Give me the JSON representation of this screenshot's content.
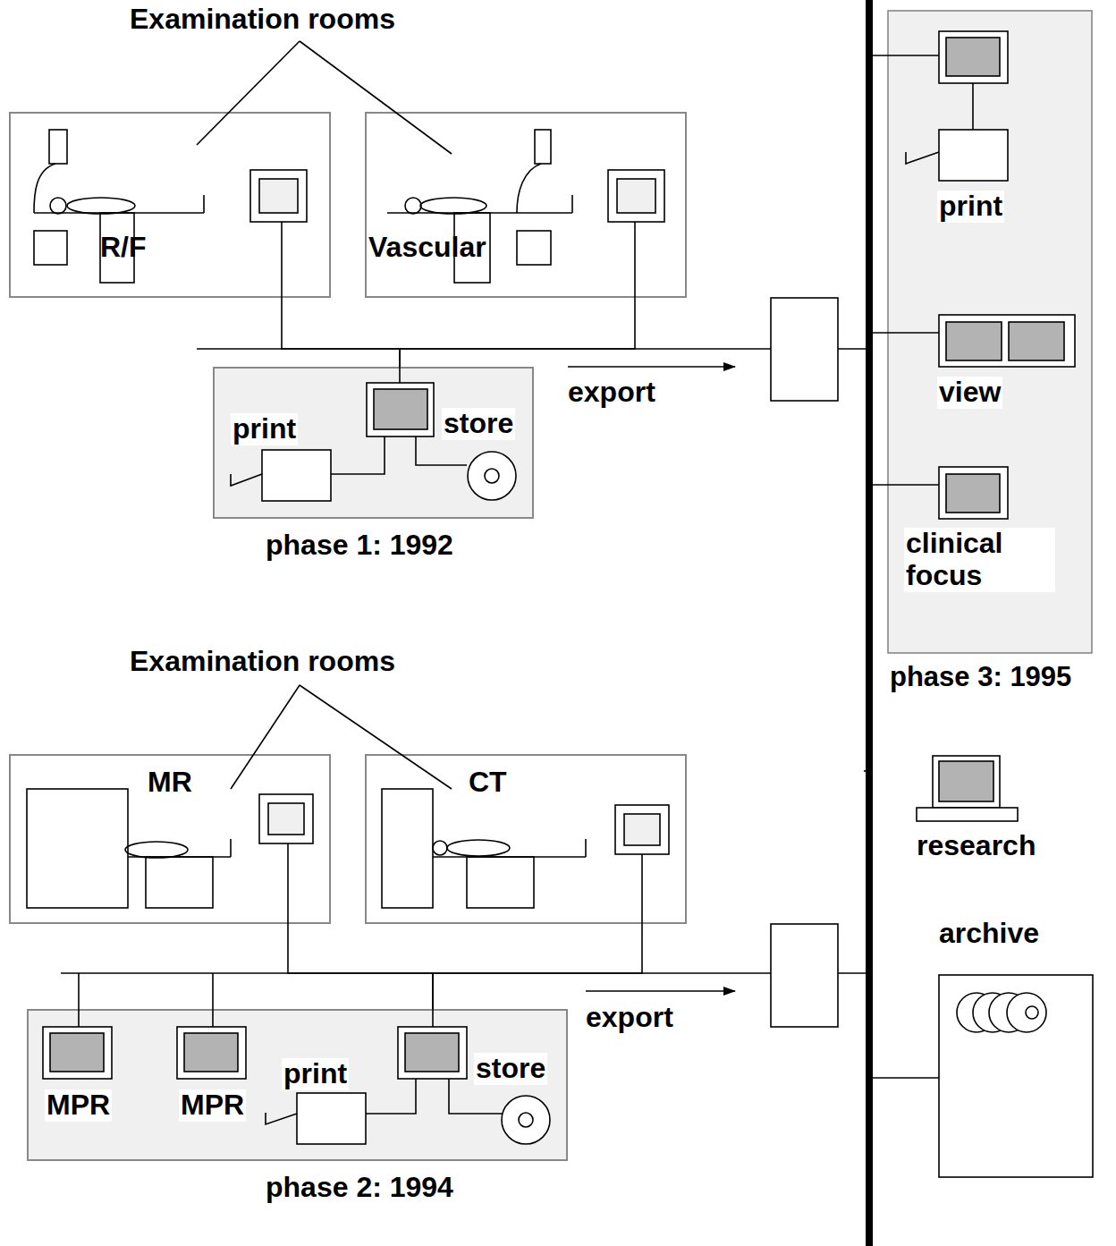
{
  "diagram": {
    "nodes": [
      {
        "text": [
          "R/F"
        ]
      },
      {
        "text": [
          "Vascular"
        ]
      },
      {
        "text": [
          "print",
          "store",
          "phase 1: 1992"
        ]
      },
      {
        "text": [
          "print",
          "view",
          "clinical focus",
          "phase 3: 1995"
        ]
      },
      {
        "text": [
          "MR"
        ]
      },
      {
        "text": [
          "CT"
        ]
      },
      {
        "text": [
          "MPR",
          "MPR",
          "print",
          "store",
          "phase 2: 1994"
        ]
      },
      {
        "text": [
          "archive"
        ]
      }
    ],
    "edges": [
      {
        "from": 0,
        "to": 2,
        "arrow": "none"
      },
      {
        "from": 1,
        "to": 2,
        "arrow": "none"
      },
      {
        "from": 4,
        "to": 6,
        "arrow": "none"
      },
      {
        "from": 5,
        "to": 6,
        "arrow": "none"
      }
    ],
    "labels": [
      "Examination rooms",
      "Examination rooms",
      "export",
      "export",
      "research"
    ]
  }
}
